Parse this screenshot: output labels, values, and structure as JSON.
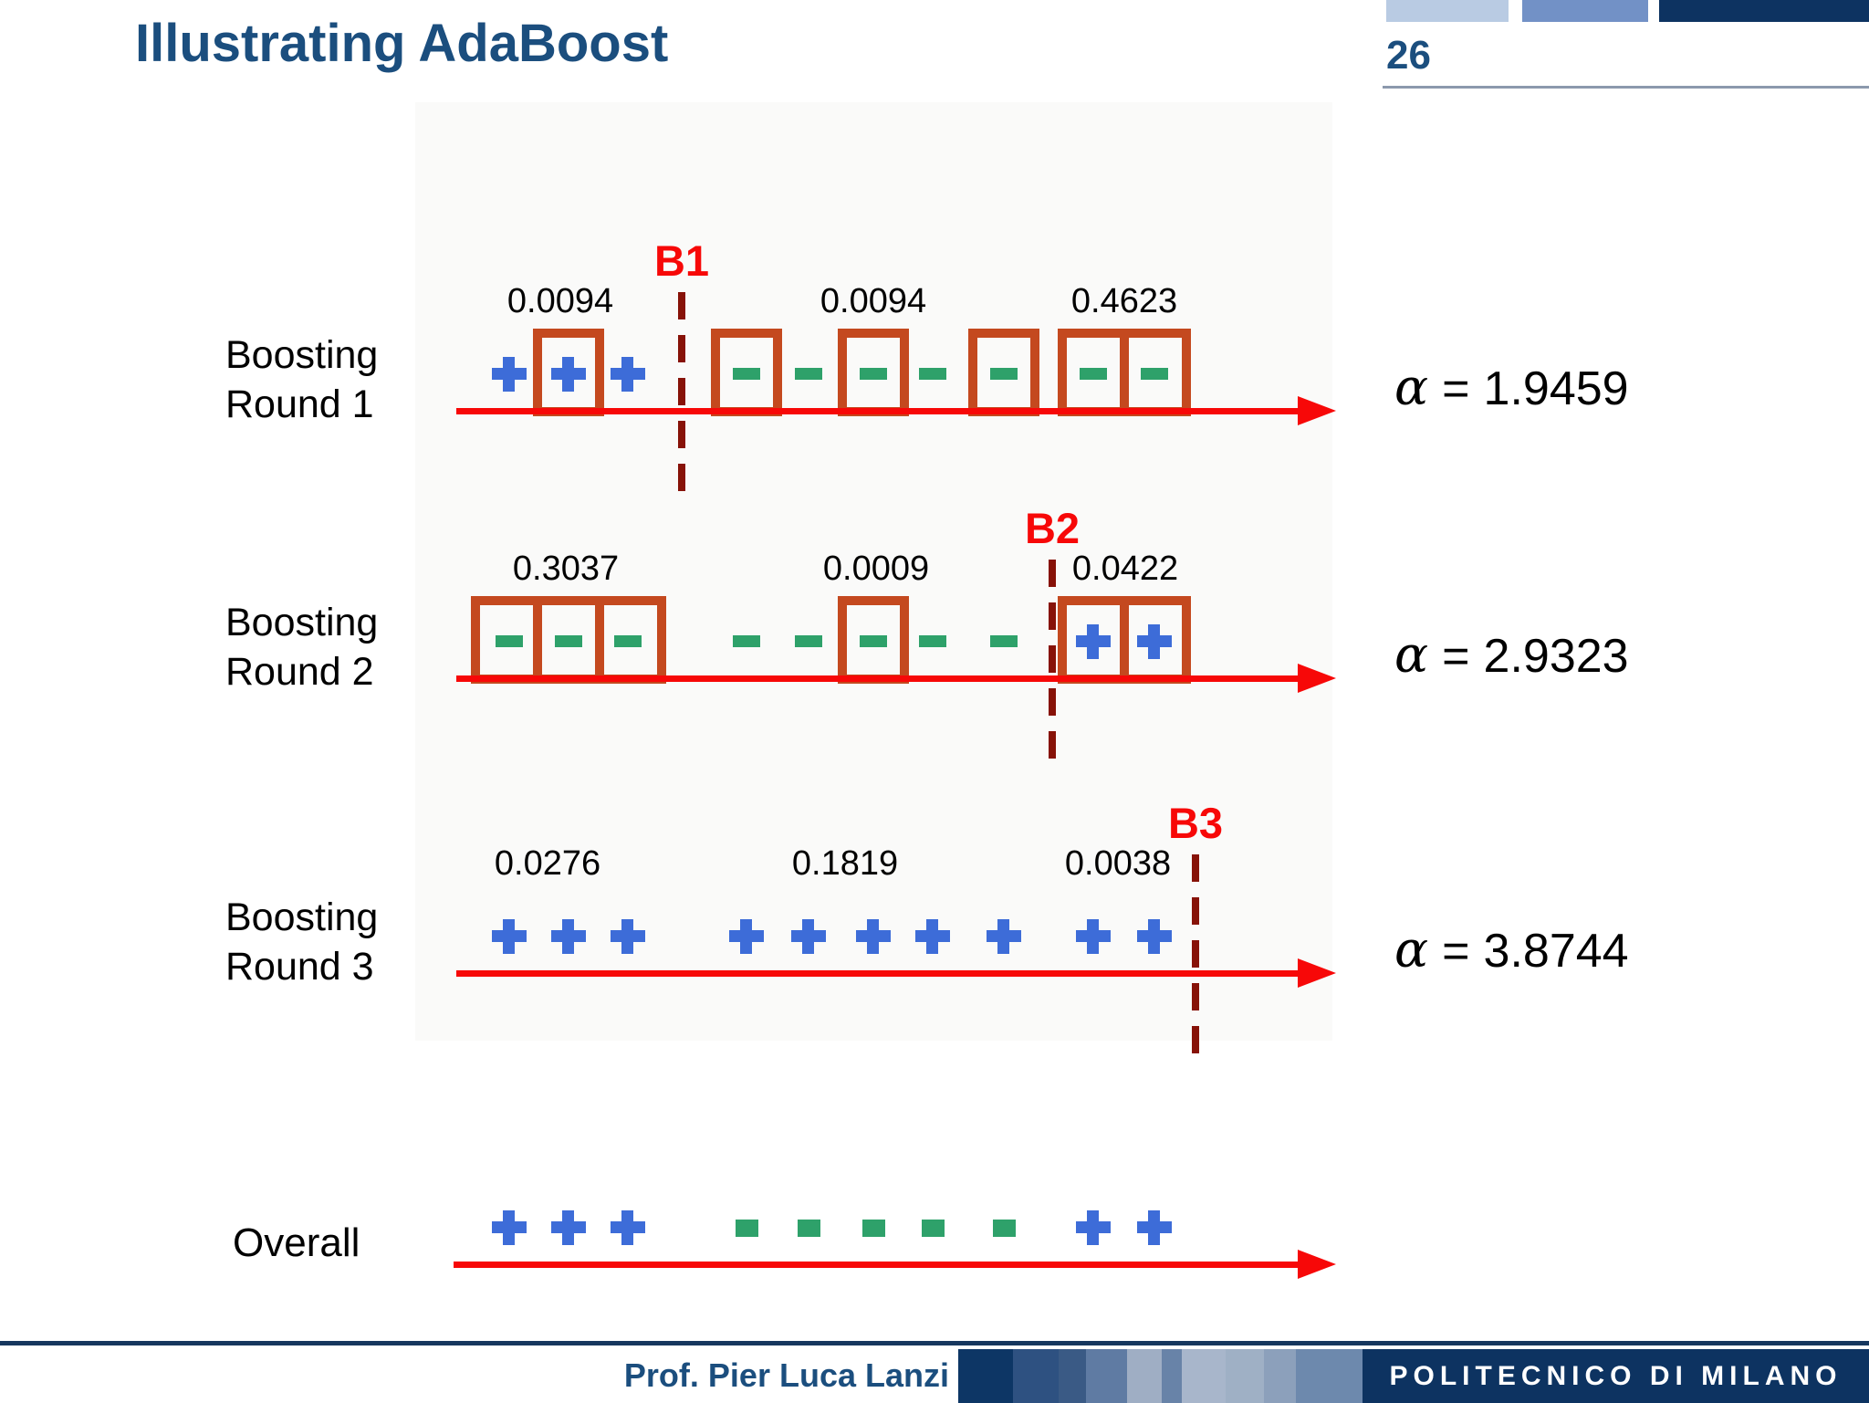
{
  "slide": {
    "title": "Illustrating AdaBoost",
    "page_number": "26"
  },
  "diagram": {
    "alpha_symbol": "α",
    "equals": "=",
    "rounds": [
      {
        "label_line1": "Boosting",
        "label_line2": "Round 1",
        "boundary_label": "B1",
        "alpha_value": "1.9459",
        "weights": [
          "0.0094",
          "0.0094",
          "0.4623"
        ],
        "signs": [
          "plus",
          "plus",
          "plus",
          "minus",
          "minus",
          "minus",
          "minus",
          "minus",
          "minus",
          "minus"
        ],
        "boxes": [
          {
            "at": 1,
            "span": 1
          },
          {
            "at": 3,
            "span": 1
          },
          {
            "at": 5,
            "span": 1
          },
          {
            "at": 7,
            "span": 1
          },
          {
            "at": 8,
            "span": 2
          }
        ]
      },
      {
        "label_line1": "Boosting",
        "label_line2": "Round 2",
        "boundary_label": "B2",
        "alpha_value": "2.9323",
        "weights": [
          "0.3037",
          "0.0009",
          "0.0422"
        ],
        "signs": [
          "minus",
          "minus",
          "minus",
          "minus",
          "minus",
          "minus",
          "minus",
          "minus",
          "plus",
          "plus"
        ],
        "boxes": [
          {
            "at": 0,
            "span": 3
          },
          {
            "at": 5,
            "span": 1
          },
          {
            "at": 8,
            "span": 2
          }
        ]
      },
      {
        "label_line1": "Boosting",
        "label_line2": "Round 3",
        "boundary_label": "B3",
        "alpha_value": "3.8744",
        "weights": [
          "0.0276",
          "0.1819",
          "0.0038"
        ],
        "signs": [
          "plus",
          "plus",
          "plus",
          "plus",
          "plus",
          "plus",
          "plus",
          "plus",
          "plus",
          "plus"
        ],
        "boxes": []
      }
    ],
    "overall": {
      "label": "Overall",
      "signs": [
        "plus",
        "plus",
        "plus",
        "minus",
        "minus",
        "minus",
        "minus",
        "minus",
        "plus",
        "plus"
      ]
    }
  },
  "footer": {
    "author": "Prof. Pier Luca Lanzi",
    "institution": "POLITECNICO DI MILANO"
  },
  "colors": {
    "navy_text": "#1B4E7E",
    "dark_navy": "#0D3361",
    "light_blue_block": "#B9CBE3",
    "medium_blue_block": "#7291C6",
    "red": "#F70808",
    "dark_red_dash": "#871208",
    "box_brick": "#C4491F",
    "plus_blue": "#3D6CD8",
    "minus_green": "#2EA16A",
    "footer_stripes": [
      "#0D3665",
      "#2E5181",
      "#3A5A85",
      "#5F7BA3",
      "#9FAEC4",
      "#6883A8",
      "#A8B6CB",
      "#9FB0C5",
      "#8CA0BB",
      "#6D89AD"
    ]
  }
}
